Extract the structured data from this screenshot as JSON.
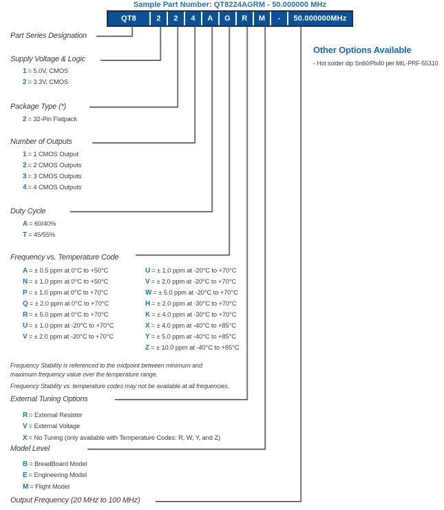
{
  "title": "Sample Part Number: QT8224AGRM - 50.000000 MHz",
  "part_number": {
    "segments": [
      "QT8",
      "2",
      "2",
      "4",
      "A",
      "G",
      "R",
      "M",
      "-",
      "50.000000MHz"
    ]
  },
  "sections": {
    "part_series": {
      "label": "Part Series Designation"
    },
    "supply": {
      "label": "Supply Voltage & Logic",
      "options": [
        {
          "code": "1",
          "desc": "= 5.0V, CMOS"
        },
        {
          "code": "2",
          "desc": "= 3.3V, CMOS"
        }
      ]
    },
    "package": {
      "label": "Package Type (*)",
      "options": [
        {
          "code": "2",
          "desc": "= 32-Pin Flatpack"
        }
      ]
    },
    "outputs": {
      "label": "Number of Outputs",
      "options": [
        {
          "code": "1",
          "desc": "= 1 CMOS Output"
        },
        {
          "code": "2",
          "desc": "= 2 CMOS Outputs"
        },
        {
          "code": "3",
          "desc": "= 3 CMOS Outputs"
        },
        {
          "code": "4",
          "desc": "= 4 CMOS Outputs"
        }
      ]
    },
    "duty": {
      "label": "Duty Cycle",
      "options": [
        {
          "code": "A",
          "desc": "= 60/40%"
        },
        {
          "code": "T",
          "desc": "= 45/55%"
        }
      ]
    },
    "freq_temp": {
      "label": "Frequency vs. Temperature Code",
      "col1": [
        {
          "code": "A",
          "desc": "= ± 0.5 ppm at 0°C to +50°C"
        },
        {
          "code": "N",
          "desc": "= ± 1.0 ppm at 0°C to +50°C"
        },
        {
          "code": "P",
          "desc": "= ± 1.0 ppm at 0°C to +70°C"
        },
        {
          "code": "Q",
          "desc": "= ± 2.0 ppm at 0°C to +70°C"
        },
        {
          "code": "R",
          "desc": "= ± 5.0 ppm at 0°C to +70°C"
        },
        {
          "code": "U",
          "desc": "= ± 1.0 ppm at -20°C to +70°C"
        },
        {
          "code": "V",
          "desc": "= ± 2.0 ppm at -20°C to +70°C"
        }
      ],
      "col2": [
        {
          "code": "U",
          "desc": "= ± 1.0 ppm at -20°C to +70°C"
        },
        {
          "code": "V",
          "desc": "= ± 2.0 ppm at -20°C to +70°C"
        },
        {
          "code": "W",
          "desc": "= ± 5.0 ppm at -20°C to +70°C"
        },
        {
          "code": "H",
          "desc": "= ± 2.0 ppm at -30°C to +70°C"
        },
        {
          "code": "K",
          "desc": "= ± 4.0 ppm at -30°C to +70°C"
        },
        {
          "code": "X",
          "desc": "= ± 4.0 ppm at -40°C to +85°C"
        },
        {
          "code": "Y",
          "desc": "= ± 5.0 ppm at -40°C to +85°C"
        },
        {
          "code": "Z",
          "desc": "= ± 10.0 ppm at -40°C to +85°C"
        }
      ],
      "note1_line1": "Frequency Stability is referenced to the midpoint between minimum and",
      "note1_line2": "maximum frequency value over the temperature range.",
      "note2": "Frequency Stability vs. temperature codes may not be available at all frequencies."
    },
    "tuning": {
      "label": "External Tuning Options",
      "options": [
        {
          "code": "R",
          "desc": "= External Resistor"
        },
        {
          "code": "V",
          "desc": "= External Voltage"
        },
        {
          "code": "X",
          "desc": "= No Tuning (only available with Temperature Codes: R, W, Y, and Z)"
        }
      ]
    },
    "model": {
      "label": "Model Level",
      "options": [
        {
          "code": "B",
          "desc": "= BreadBoard Model"
        },
        {
          "code": "E",
          "desc": "= Engineering Model"
        },
        {
          "code": "M",
          "desc": "= Flight Model"
        }
      ]
    },
    "output_freq": {
      "label": "Output Frequency (20 MHz to 100 MHz)"
    }
  },
  "other_options": {
    "heading": "Other Options Available",
    "item1": "- Hot solder dip Sn60/Pb40 per MIL-PRF-55310"
  },
  "colors": {
    "box_fill": "#0b5196",
    "box_border": "#1b2d4e",
    "title_blue": "#2173b9",
    "code_blue": "#1b75bc",
    "heading_blue": "#1b6cb5",
    "text_dark": "#3a3a3a",
    "line_gray": "#3e3e3e"
  }
}
